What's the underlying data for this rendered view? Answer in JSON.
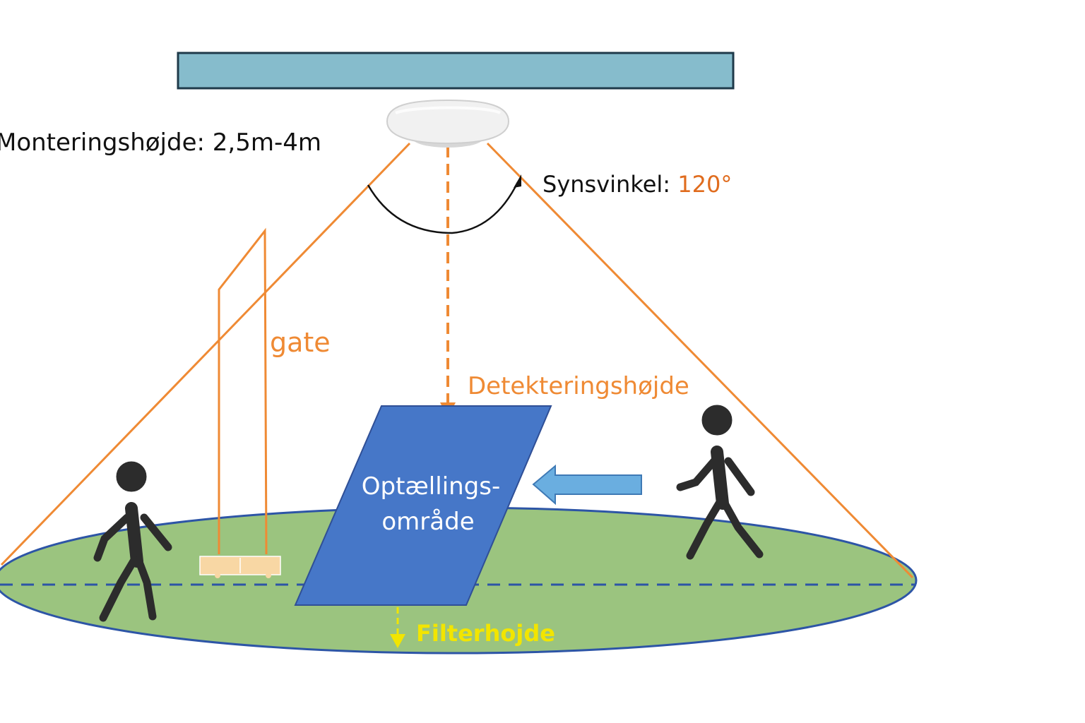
{
  "labels": {
    "mounting_height": "Monteringshøjde: 2,5m-4m",
    "view_angle_prefix": "Synsvinkel: ",
    "view_angle_value": "120°",
    "gate": "gate",
    "detection_height": "Detekteringshøjde",
    "counting_area_line1": "Optællings-",
    "counting_area_line2": "område",
    "filter_height": "Filterhojde"
  },
  "colors": {
    "ceiling": "#86bccc",
    "cone": "#ef8a34",
    "floor": "#9bc47f",
    "floor_edge": "#2d55a6",
    "counting_area": "#4677c8",
    "arrow": "#6aaee0",
    "filter": "#f2e500",
    "person": "#2c2c2c",
    "gate_base": "#f8d7a4",
    "angle_value": "#e06c1e"
  },
  "icons": [
    "ceiling-sensor-icon",
    "person-icon",
    "direction-arrow-icon"
  ]
}
